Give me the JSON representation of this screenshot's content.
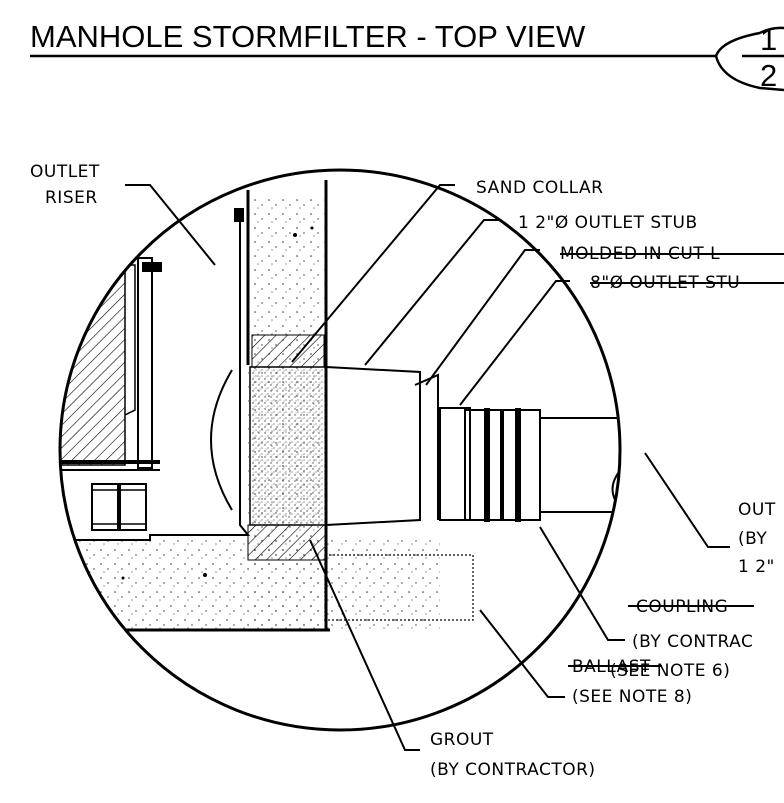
{
  "title": "MANHOLE STORMFILTER - TOP VIEW",
  "detail_number": "1",
  "sheet_number": "2",
  "labels": {
    "outlet_riser_1": "OUTLET",
    "outlet_riser_2": "RISER",
    "sand_collar": "SAND COLLAR",
    "outlet_stub_12": "1 2\"Ø OUTLET STUB",
    "molded_in_cut": "MOLDED IN CUT L",
    "outlet_stub_8": "8\"Ø OUTLET STU",
    "outlet_pipe_1": "OUT",
    "outlet_pipe_2": "(BY",
    "outlet_pipe_3": "1 2\"",
    "coupling_1": "COUPLING",
    "coupling_2": "(BY CONTRAC",
    "coupling_3": "(SEE NOTE 6)",
    "ballast_1": "BALLAST",
    "ballast_2": "(SEE NOTE 8)",
    "grout_1": "GROUT",
    "grout_2": "(BY CONTRACTOR)"
  },
  "colors": {
    "ink": "#000000",
    "paper": "#ffffff"
  }
}
